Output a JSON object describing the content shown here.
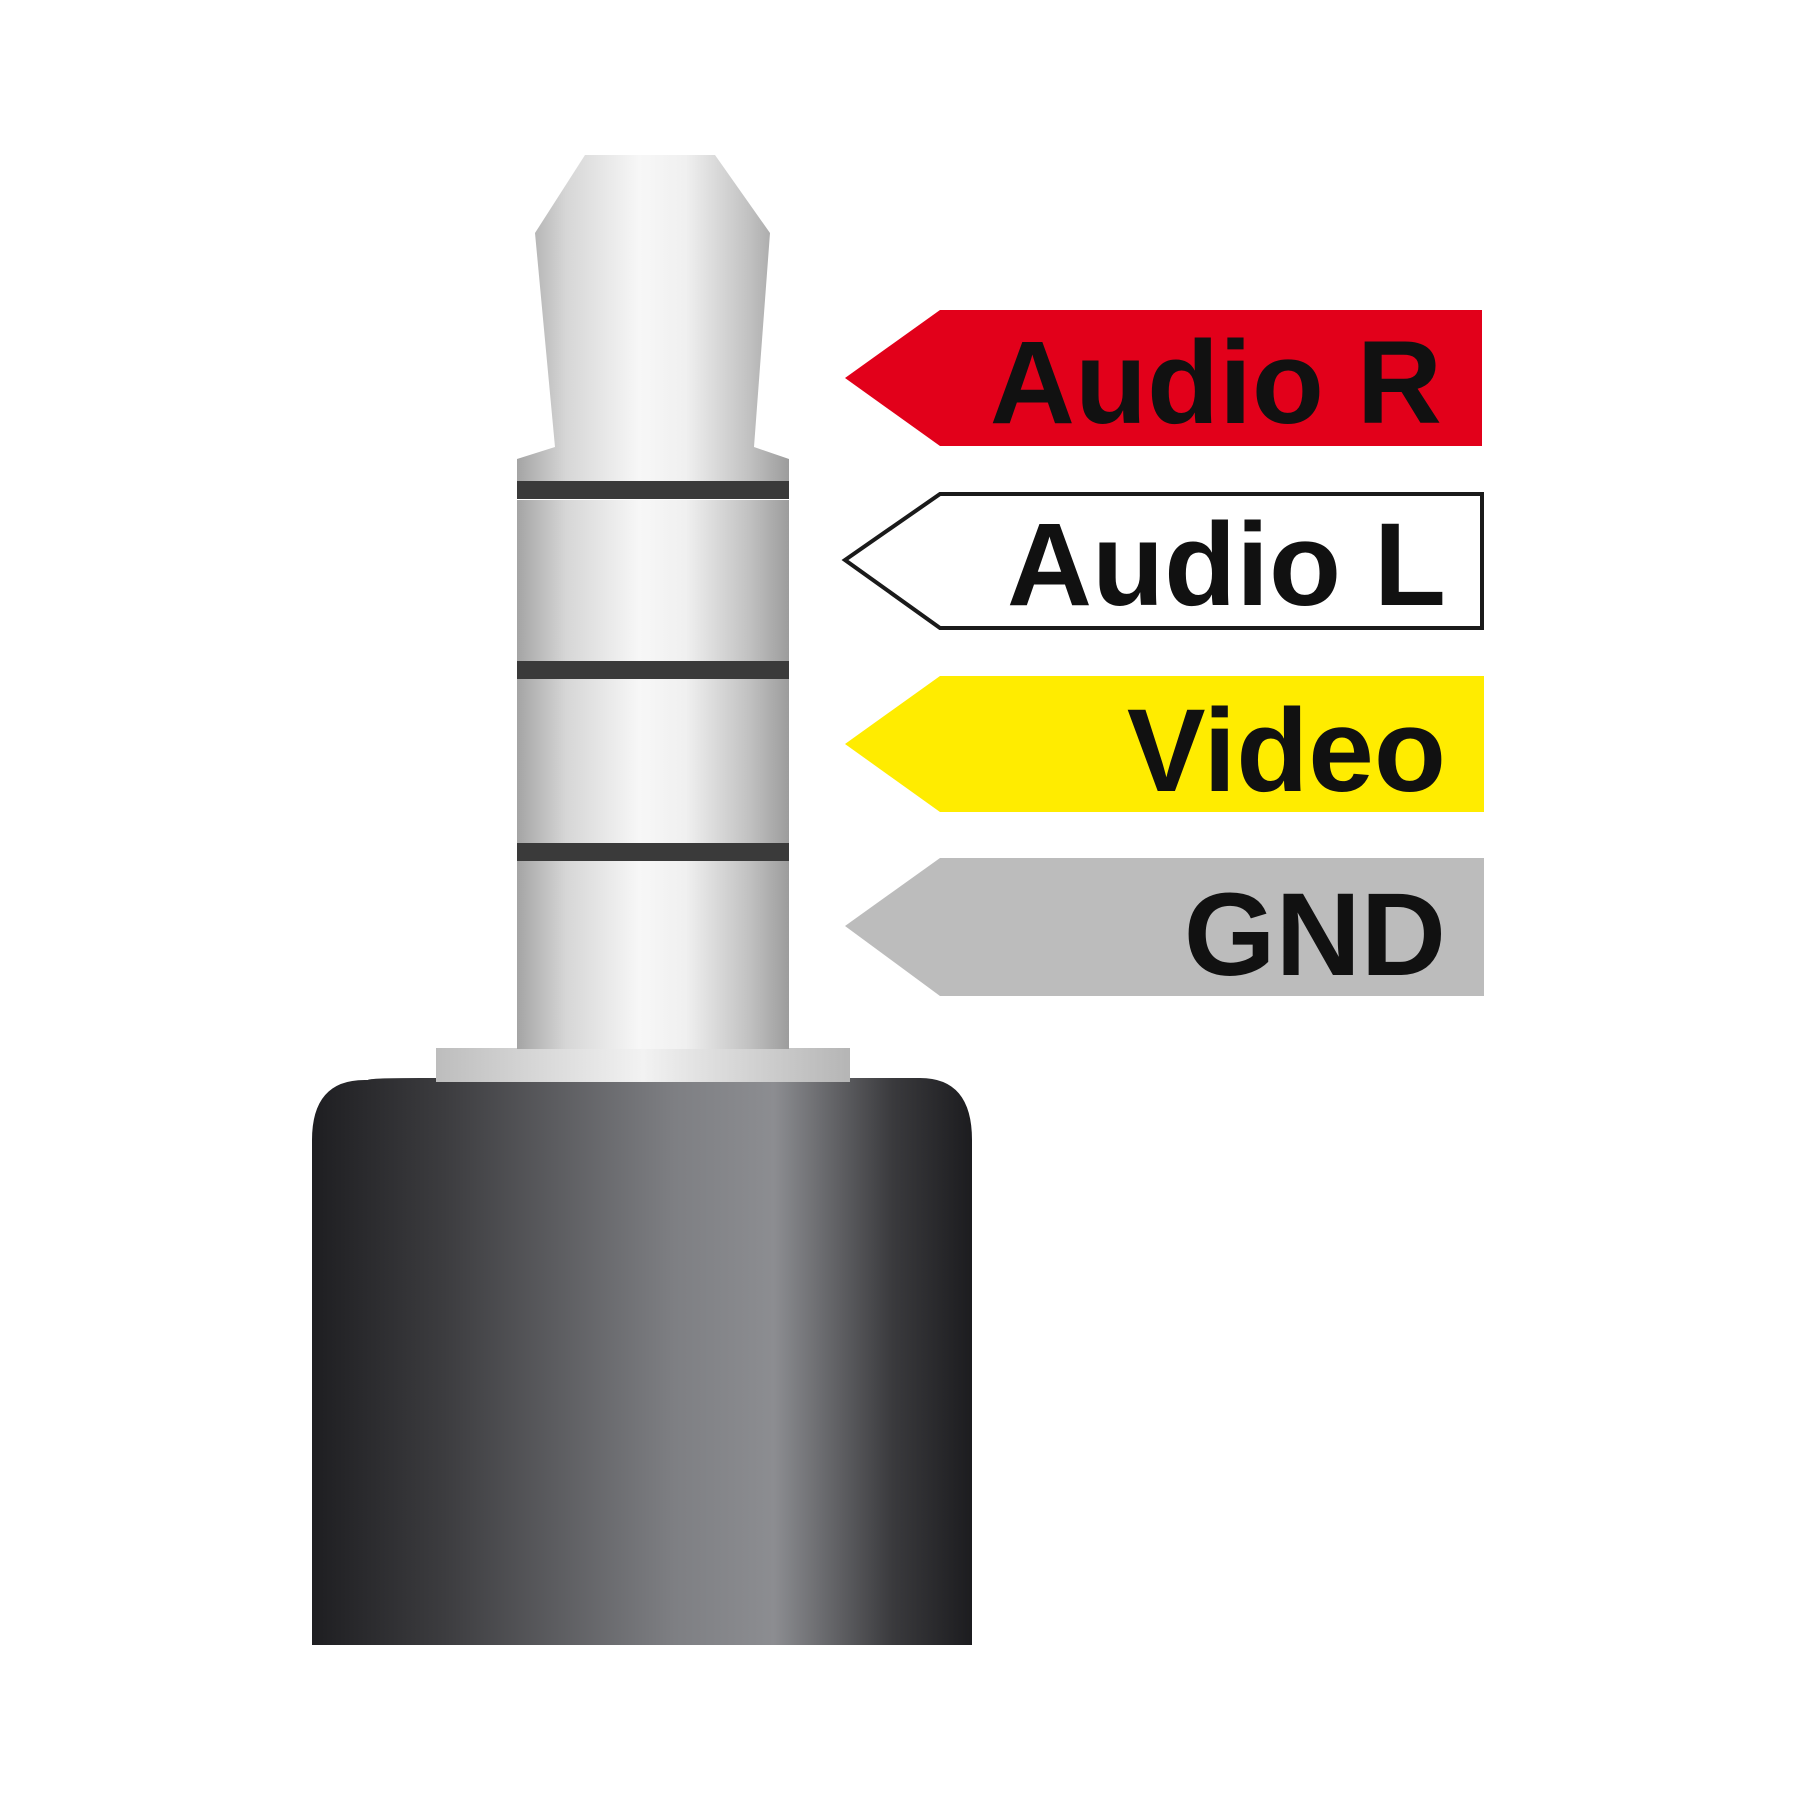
{
  "diagram": {
    "subject": "3.5mm TRRS plug pinout",
    "pins": [
      {
        "id": "tip",
        "label": "Audio R",
        "fill": "#e2001a",
        "stroke": "none"
      },
      {
        "id": "ring1",
        "label": "Audio L",
        "fill": "#ffffff",
        "stroke": "#1a1a1a"
      },
      {
        "id": "ring2",
        "label": "Video",
        "fill": "#ffec00",
        "stroke": "none"
      },
      {
        "id": "sleeve",
        "label": "GND",
        "fill": "#bcbcbc",
        "stroke": "none"
      }
    ],
    "colors": {
      "metal_light": "#f4f4f4",
      "metal_mid": "#c9c9c9",
      "metal_dark": "#9a9a9a",
      "insulator": "#3a3a3a",
      "body_dark": "#1f1f22",
      "body_light": "#8a8b8f"
    }
  }
}
